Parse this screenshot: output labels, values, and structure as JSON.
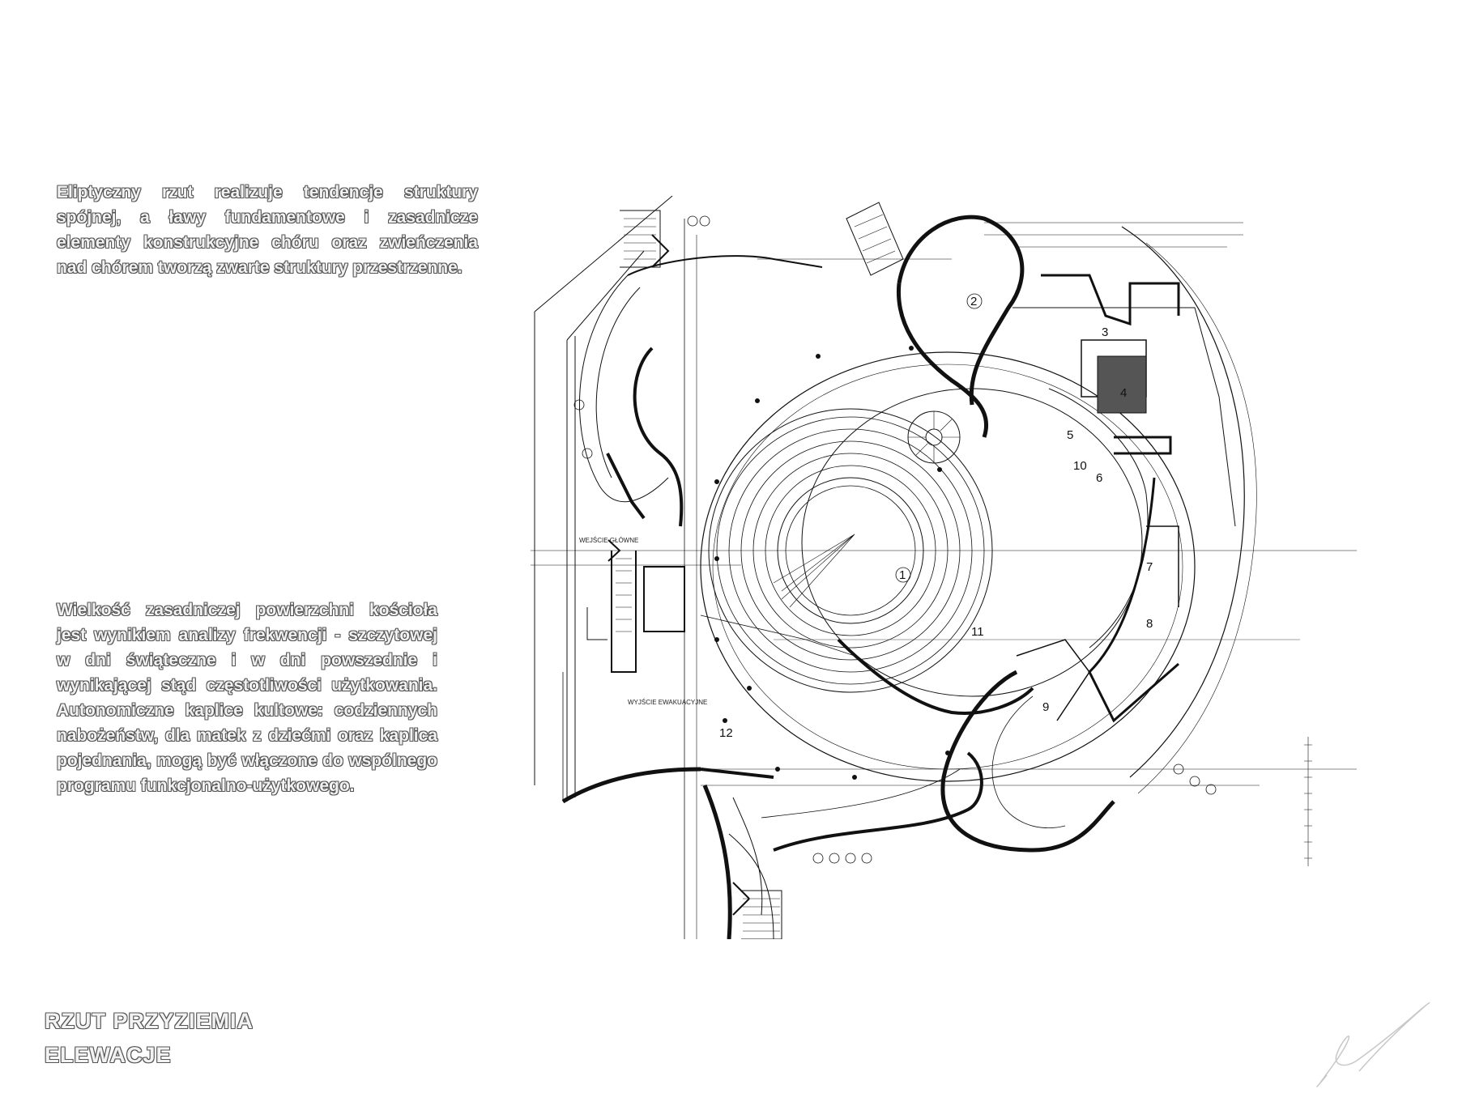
{
  "text": {
    "paragraph_1": "Eliptyczny rzut realizuje tendencje struktury spójnej, a ławy fundamentowe i zasadnicze elementy konstrukcyjne chóru oraz zwieńczenia nad chórem tworzą zwarte struktury przestrzenne.",
    "paragraph_2": "Wielkość zasadniczej powierzchni kościoła jest wynikiem analizy frekwencji - szczytowej w dni świąteczne i w dni powszednie i wynikającej stąd częstotliwości użytkowania. Autonomiczne kaplice kultowe: codziennych nabożeństw, dla matek z dziećmi oraz kaplica pojednania, mogą być włączone do wspólnego programu funkcjonalno-użytkowego."
  },
  "nav": {
    "rzut_przyziemia": "RZUT PRZYZIEMIA",
    "elewacje": "ELEWACJE"
  },
  "plan": {
    "labels": {
      "main_entrance": "WEJŚCIE GŁÓWNE",
      "emergency_exit": "WYJŚCIE EWAKUACYJNE"
    },
    "rooms": [
      "1",
      "2",
      "3",
      "4",
      "5",
      "6",
      "7",
      "8",
      "9",
      "10",
      "11",
      "12"
    ]
  },
  "colors": {
    "ink": "#111111",
    "text_fill": "#f2f2f2",
    "text_outline": "#555555"
  }
}
